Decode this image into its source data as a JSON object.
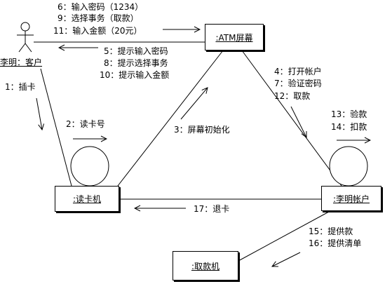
{
  "objects": {
    "actor": "李明：客户",
    "atm_screen": ":ATM屏幕",
    "card_reader": ":读卡机",
    "account": ":李明帐户",
    "cash_dispenser": ":取款机"
  },
  "messages": {
    "m6": "6：输入密码（1234）",
    "m9": "9：选择事务（取款）",
    "m11": "11：输入金额（20元）",
    "m5": "5：提示输入密码",
    "m8": "8：提示选择事务",
    "m10": "10：提示输入金额",
    "m1": "1：插卡",
    "m2": "2：读卡号",
    "m3": "3：屏幕初始化",
    "m4": "4：打开帐户",
    "m7": "7：验证密码",
    "m12": "12：取款",
    "m13": "13：验款",
    "m14": "14：扣款",
    "m17": "17：退卡",
    "m15": "15：提供款",
    "m16": "16：提供清单"
  }
}
